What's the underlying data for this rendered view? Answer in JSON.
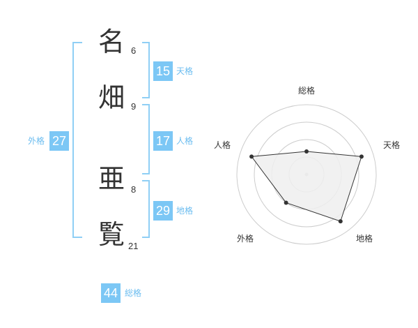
{
  "name": {
    "chars": [
      {
        "char": "名",
        "strokes": "6"
      },
      {
        "char": "畑",
        "strokes": "9"
      },
      {
        "char": "亜",
        "strokes": "8"
      },
      {
        "char": "覧",
        "strokes": "21"
      }
    ]
  },
  "kaku": {
    "tenkaku": {
      "value": "15",
      "label": "天格"
    },
    "jinkaku": {
      "value": "17",
      "label": "人格"
    },
    "chikaku": {
      "value": "29",
      "label": "地格"
    },
    "gaikaku": {
      "value": "27",
      "label": "外格"
    },
    "soukaku": {
      "value": "44",
      "label": "総格"
    }
  },
  "colors": {
    "accent": "#7cc7f5",
    "accent_text": "#6cbdf0",
    "bracket": "#8fcff5",
    "radar_fill": "#eeeeee",
    "radar_line": "#333333",
    "ring": "#cccccc"
  },
  "radar": {
    "axes": [
      "総格",
      "天格",
      "地格",
      "外格",
      "人格"
    ],
    "levels": 4,
    "values": [
      0.33,
      0.83,
      0.83,
      0.5,
      0.83
    ]
  }
}
